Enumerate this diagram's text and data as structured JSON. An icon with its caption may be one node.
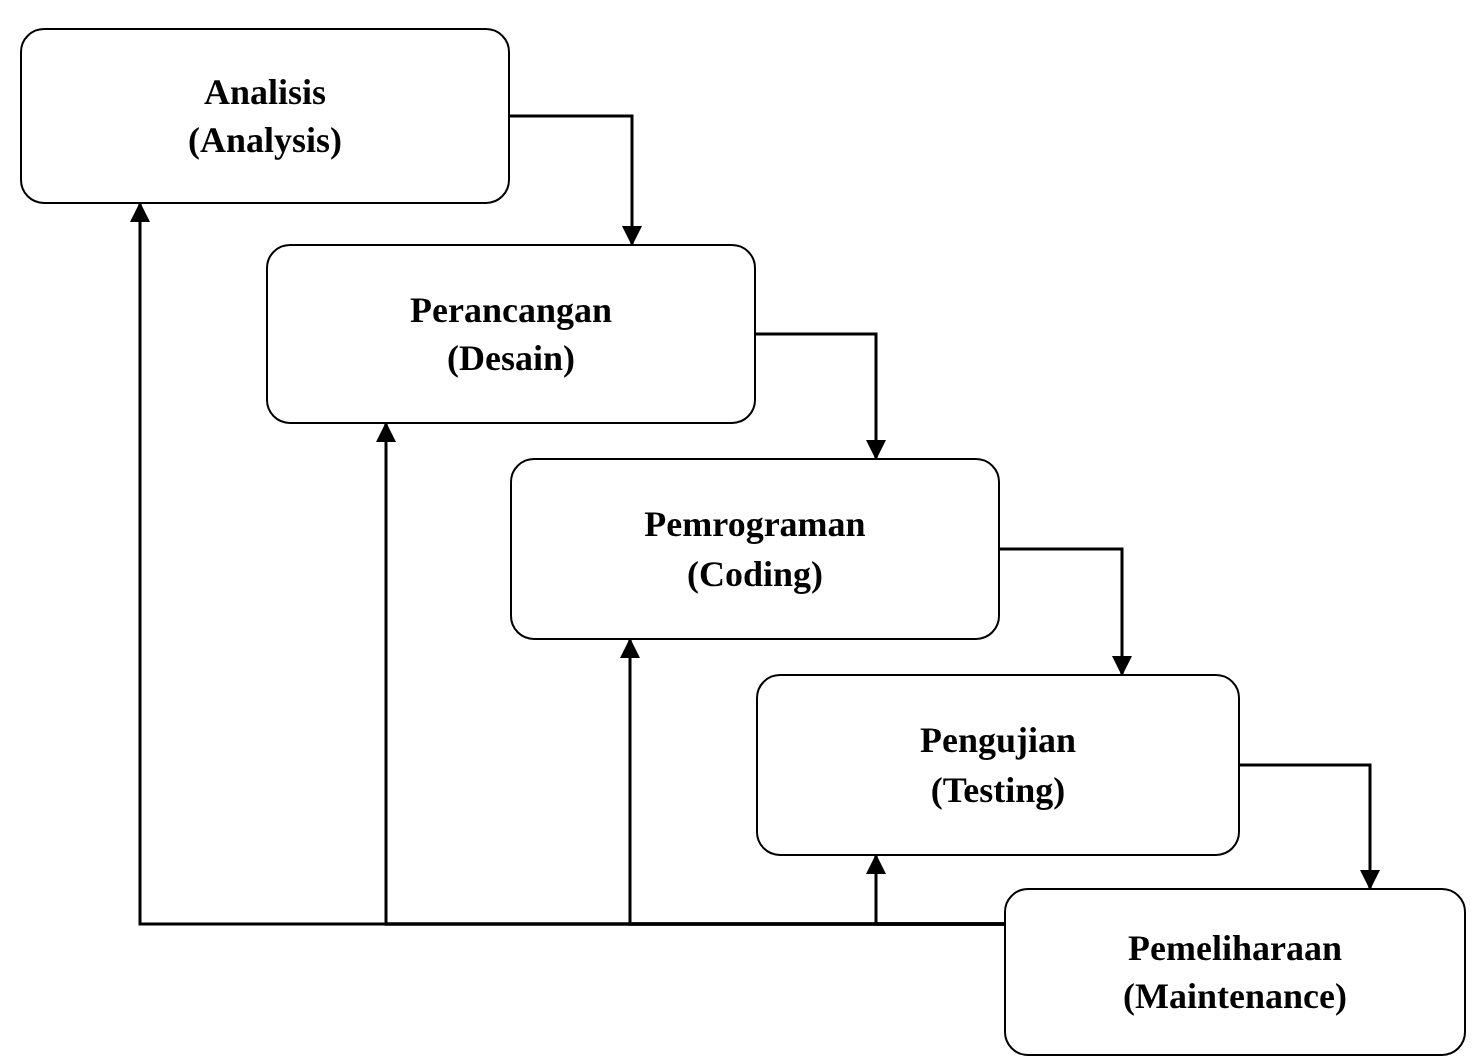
{
  "diagram": {
    "nodes": [
      {
        "text": [
          "Analisis",
          "(Analysis)"
        ]
      },
      {
        "text": [
          "Perancangan",
          "(Desain)"
        ]
      },
      {
        "text": [
          "Pemrograman",
          "(Coding)"
        ]
      },
      {
        "text": [
          "Pengujian",
          "(Testing)"
        ]
      },
      {
        "text": [
          "Pemeliharaan",
          "(Maintenance)"
        ]
      }
    ],
    "edges": [
      {
        "from": 0,
        "to": 1,
        "arrow": "to"
      },
      {
        "from": 1,
        "to": 2,
        "arrow": "to"
      },
      {
        "from": 2,
        "to": 3,
        "arrow": "to"
      },
      {
        "from": 3,
        "to": 4,
        "arrow": "to"
      },
      {
        "from": 4,
        "to": 0,
        "arrow": "to"
      },
      {
        "from": 4,
        "to": 1,
        "arrow": "to"
      },
      {
        "from": 4,
        "to": 2,
        "arrow": "to"
      },
      {
        "from": 4,
        "to": 3,
        "arrow": "to"
      }
    ]
  }
}
